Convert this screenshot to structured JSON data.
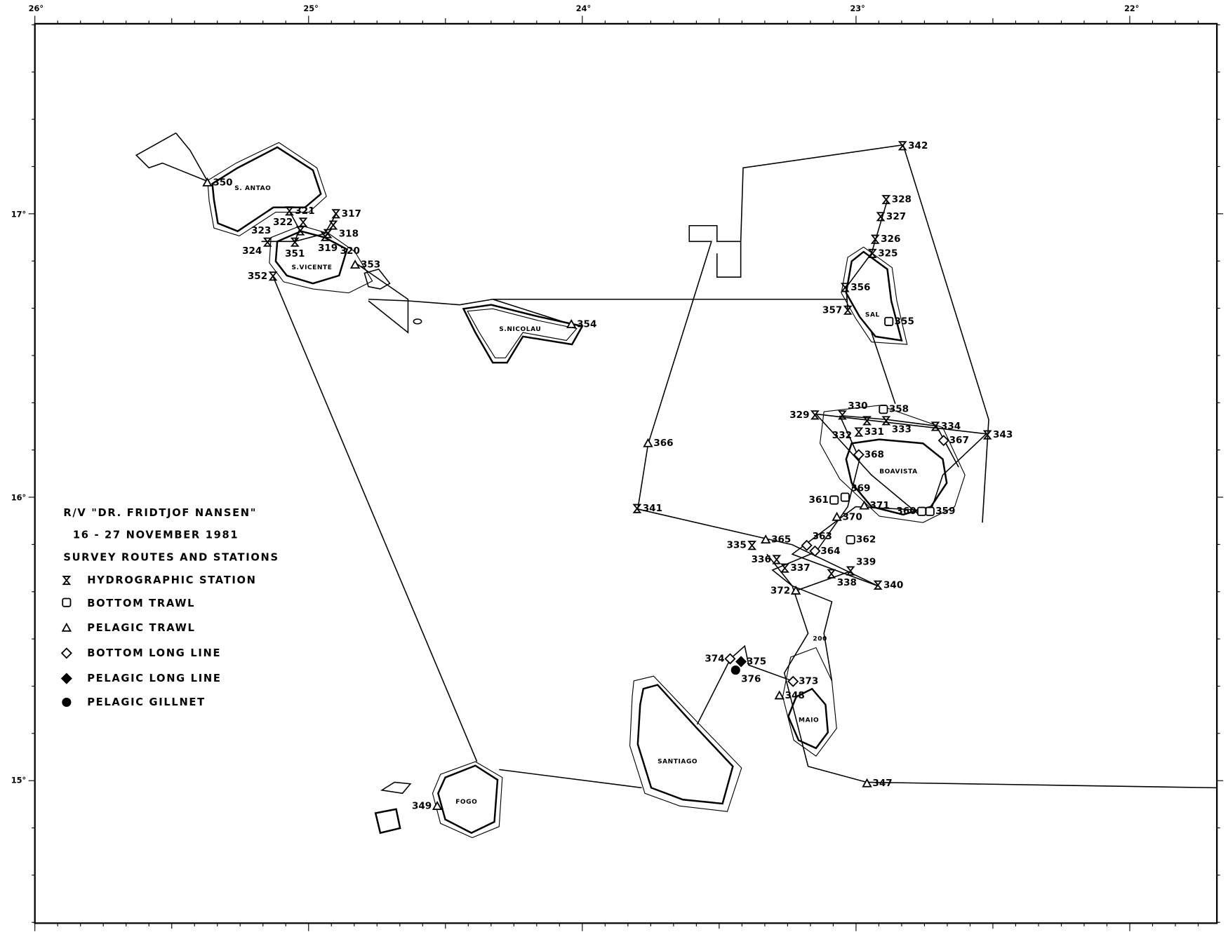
{
  "map": {
    "title": "R/V \"DR. FRIDTJOF  NANSEN\"",
    "date": "16 - 27  NOVEMBER  1981",
    "subtitle": "SURVEY  ROUTES  AND  STATIONS",
    "lon_ticks": [
      {
        "value": 26,
        "label": "26°"
      },
      {
        "value": 25,
        "label": "25°"
      },
      {
        "value": 24,
        "label": "24°"
      },
      {
        "value": 23,
        "label": "23°"
      },
      {
        "value": 22,
        "label": "22°"
      }
    ],
    "lat_ticks": [
      {
        "value": 17,
        "label": "17°"
      },
      {
        "value": 16,
        "label": "16°"
      },
      {
        "value": 15,
        "label": "15°"
      }
    ],
    "lon_range_west": [
      26,
      21.68
    ],
    "lat_range_north": [
      17.67,
      14.5
    ],
    "depth_label": "200",
    "islands": [
      {
        "id": "santo-antao",
        "label": "S. ANTAO",
        "lon": 25.22,
        "lat": 17.06
      },
      {
        "id": "sao-vicente",
        "label": "S.VICENTE",
        "lon": 25.0,
        "lat": 16.87
      },
      {
        "id": "sao-nicolau",
        "label": "S.NICOLAU",
        "lon": 24.31,
        "lat": 16.62
      },
      {
        "id": "sal",
        "label": "SAL",
        "lon": 22.98,
        "lat": 16.74
      },
      {
        "id": "boavista",
        "label": "BOAVISTA",
        "lon": 22.85,
        "lat": 16.1
      },
      {
        "id": "maio",
        "label": "MAIO",
        "lon": 23.19,
        "lat": 15.23
      },
      {
        "id": "santiago",
        "label": "SANTIAGO",
        "lon": 23.62,
        "lat": 15.05
      },
      {
        "id": "fogo",
        "label": "FOGO",
        "lon": 24.43,
        "lat": 14.91
      }
    ],
    "legend": [
      {
        "type": "hydro",
        "label": "HYDROGRAPHIC    STATION"
      },
      {
        "type": "bottom_trawl",
        "label": "BOTTOM   TRAWL"
      },
      {
        "type": "pelagic_trawl",
        "label": "PELAGIC  TRAWL"
      },
      {
        "type": "bottom_longline",
        "label": "BOTTOM   LONG   LINE"
      },
      {
        "type": "pelagic_longline",
        "label": "PELAGIC  LONG   LINE"
      },
      {
        "type": "gillnet",
        "label": "PELAGIC  GILLNET"
      }
    ],
    "stations": [
      {
        "id": "342",
        "type": "hydro",
        "lon": 22.83,
        "lat": 17.24
      },
      {
        "id": "328",
        "type": "hydro",
        "lon": 22.89,
        "lat": 17.05
      },
      {
        "id": "327",
        "type": "hydro",
        "lon": 22.91,
        "lat": 16.99
      },
      {
        "id": "326",
        "type": "hydro",
        "lon": 22.93,
        "lat": 16.91
      },
      {
        "id": "325",
        "type": "hydro",
        "lon": 22.94,
        "lat": 16.86
      },
      {
        "id": "356",
        "type": "hydro",
        "lon": 23.04,
        "lat": 16.74
      },
      {
        "id": "357",
        "type": "hydro",
        "lon": 23.03,
        "lat": 16.66
      },
      {
        "id": "355",
        "type": "bottom_trawl",
        "lon": 22.88,
        "lat": 16.62
      },
      {
        "id": "329",
        "type": "hydro",
        "lon": 23.15,
        "lat": 16.29
      },
      {
        "id": "330",
        "type": "hydro",
        "lon": 23.05,
        "lat": 16.29
      },
      {
        "id": "358",
        "type": "bottom_trawl",
        "lon": 22.9,
        "lat": 16.31
      },
      {
        "id": "333",
        "type": "hydro",
        "lon": 22.89,
        "lat": 16.27
      },
      {
        "id": "334",
        "type": "hydro",
        "lon": 22.71,
        "lat": 16.25
      },
      {
        "id": "343",
        "type": "hydro",
        "lon": 22.52,
        "lat": 16.22
      },
      {
        "id": "331",
        "type": "hydro",
        "lon": 22.99,
        "lat": 16.23
      },
      {
        "id": "332",
        "type": "hydro",
        "lon": 22.96,
        "lat": 16.27
      },
      {
        "id": "367",
        "type": "bottom_longline",
        "lon": 22.68,
        "lat": 16.2
      },
      {
        "id": "368",
        "type": "bottom_longline",
        "lon": 22.99,
        "lat": 16.15
      },
      {
        "id": "369",
        "type": "bottom_trawl",
        "lon": 23.04,
        "lat": 16.0
      },
      {
        "id": "361",
        "type": "bottom_trawl",
        "lon": 23.08,
        "lat": 15.99
      },
      {
        "id": "371",
        "type": "pelagic_trawl",
        "lon": 22.97,
        "lat": 15.97
      },
      {
        "id": "370",
        "type": "pelagic_trawl",
        "lon": 23.07,
        "lat": 15.93
      },
      {
        "id": "360",
        "type": "bottom_trawl",
        "lon": 22.76,
        "lat": 15.95
      },
      {
        "id": "359",
        "type": "bottom_trawl",
        "lon": 22.73,
        "lat": 15.95
      },
      {
        "id": "341",
        "type": "hydro",
        "lon": 23.8,
        "lat": 15.96
      },
      {
        "id": "366",
        "type": "pelagic_trawl",
        "lon": 23.76,
        "lat": 16.19
      },
      {
        "id": "365",
        "type": "pelagic_trawl",
        "lon": 23.33,
        "lat": 15.85
      },
      {
        "id": "363",
        "type": "bottom_longline",
        "lon": 23.18,
        "lat": 15.83
      },
      {
        "id": "364",
        "type": "bottom_longline",
        "lon": 23.15,
        "lat": 15.81
      },
      {
        "id": "362",
        "type": "bottom_trawl",
        "lon": 23.02,
        "lat": 15.85
      },
      {
        "id": "335",
        "type": "hydro",
        "lon": 23.38,
        "lat": 15.83
      },
      {
        "id": "336",
        "type": "hydro",
        "lon": 23.29,
        "lat": 15.78
      },
      {
        "id": "337",
        "type": "hydro",
        "lon": 23.26,
        "lat": 15.75
      },
      {
        "id": "338",
        "type": "hydro",
        "lon": 23.09,
        "lat": 15.73
      },
      {
        "id": "339",
        "type": "hydro",
        "lon": 23.02,
        "lat": 15.74
      },
      {
        "id": "340",
        "type": "hydro",
        "lon": 22.92,
        "lat": 15.69
      },
      {
        "id": "372",
        "type": "pelagic_trawl",
        "lon": 23.22,
        "lat": 15.67
      },
      {
        "id": "374",
        "type": "bottom_longline",
        "lon": 23.46,
        "lat": 15.43
      },
      {
        "id": "375",
        "type": "pelagic_longline",
        "lon": 23.42,
        "lat": 15.42
      },
      {
        "id": "376",
        "type": "gillnet",
        "lon": 23.44,
        "lat": 15.39
      },
      {
        "id": "373",
        "type": "bottom_longline",
        "lon": 23.23,
        "lat": 15.35
      },
      {
        "id": "348",
        "type": "pelagic_trawl",
        "lon": 23.28,
        "lat": 15.3
      },
      {
        "id": "347",
        "type": "pelagic_trawl",
        "lon": 22.96,
        "lat": 14.99
      },
      {
        "id": "349",
        "type": "pelagic_trawl",
        "lon": 24.53,
        "lat": 14.91
      },
      {
        "id": "350",
        "type": "pelagic_trawl",
        "lon": 25.37,
        "lat": 17.11
      },
      {
        "id": "321",
        "type": "hydro",
        "lon": 25.07,
        "lat": 17.01
      },
      {
        "id": "322",
        "type": "hydro",
        "lon": 25.02,
        "lat": 16.97
      },
      {
        "id": "317",
        "type": "hydro",
        "lon": 24.9,
        "lat": 17.0
      },
      {
        "id": "318",
        "type": "hydro",
        "lon": 24.91,
        "lat": 16.96
      },
      {
        "id": "319",
        "type": "hydro",
        "lon": 24.93,
        "lat": 16.93
      },
      {
        "id": "320",
        "type": "hydro",
        "lon": 24.94,
        "lat": 16.92
      },
      {
        "id": "323",
        "type": "hydro",
        "lon": 25.03,
        "lat": 16.94
      },
      {
        "id": "324",
        "type": "hydro",
        "lon": 25.15,
        "lat": 16.9
      },
      {
        "id": "351",
        "type": "hydro",
        "lon": 25.05,
        "lat": 16.9
      },
      {
        "id": "353",
        "type": "pelagic_trawl",
        "lon": 24.83,
        "lat": 16.82
      },
      {
        "id": "352",
        "type": "hydro",
        "lon": 25.13,
        "lat": 16.78
      },
      {
        "id": "354",
        "type": "pelagic_trawl",
        "lon": 24.04,
        "lat": 16.61
      }
    ]
  }
}
